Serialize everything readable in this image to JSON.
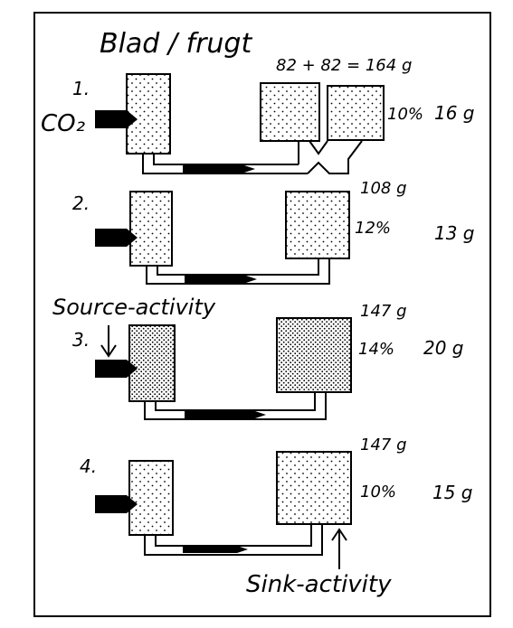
{
  "title": "Blad / frugt",
  "labels": {
    "co2": "CO₂",
    "source_activity": "Source-activity",
    "sink_activity": "Sink-activity"
  },
  "rows": [
    {
      "number": "1.",
      "fruit_weight": "82 + 82 = 164 g",
      "percent": "10%",
      "yield": "16 g"
    },
    {
      "number": "2.",
      "fruit_weight": "108 g",
      "percent": "12%",
      "yield": "13 g"
    },
    {
      "number": "3.",
      "fruit_weight": "147 g",
      "percent": "14%",
      "yield": "20 g"
    },
    {
      "number": "4.",
      "fruit_weight": "147 g",
      "percent": "10%",
      "yield": "15 g"
    }
  ]
}
